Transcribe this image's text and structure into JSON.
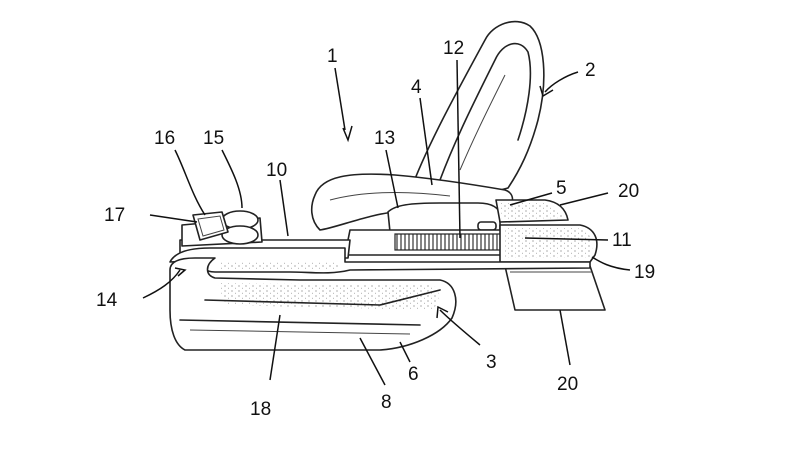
{
  "figure": {
    "description_free": true,
    "colors": {
      "line": "#222222",
      "background": "#ffffff"
    },
    "labels": {
      "l1": "1",
      "l2": "2",
      "l3": "3",
      "l4": "4",
      "l5": "5",
      "l6": "6",
      "l8": "8",
      "l10": "10",
      "l11": "11",
      "l12": "12",
      "l13": "13",
      "l14": "14",
      "l15": "15",
      "l16": "16",
      "l17": "17",
      "l18": "18",
      "l19": "19",
      "l20a": "20",
      "l20b": "20"
    }
  }
}
